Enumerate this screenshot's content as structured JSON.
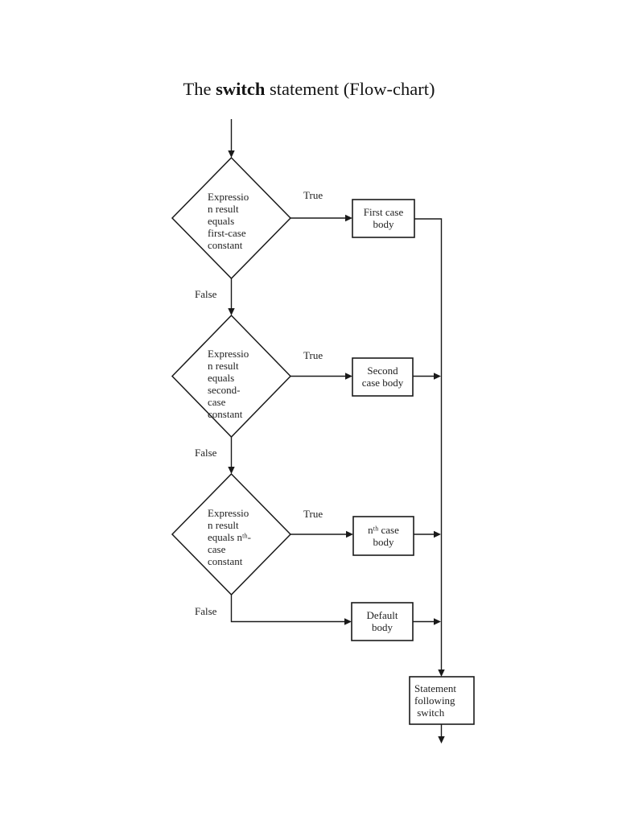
{
  "title": {
    "prefix": "The ",
    "keyword": "switch",
    "suffix": " statement (Flow-chart)"
  },
  "nodes": {
    "decision1": {
      "text": "Expressio\nn result\nequals\nfirst-case\nconstant",
      "shape": "diamond"
    },
    "decision2": {
      "text": "Expressio\nn result\nequals\nsecond-\ncase\nconstant",
      "shape": "diamond"
    },
    "decision3": {
      "text": "Expressio\nn result\nequals nᵗʰ-\ncase\nconstant",
      "shape": "diamond"
    },
    "first_case_body": {
      "text": "First case\nbody",
      "shape": "rect"
    },
    "second_case_body": {
      "text": "Second\ncase body",
      "shape": "rect"
    },
    "nth_case_body": {
      "text": "nᵗʰ case\nbody",
      "shape": "rect"
    },
    "default_body": {
      "text": "Default\nbody",
      "shape": "rect"
    },
    "statement_following_switch": {
      "text": "Statement\nfollowing\n switch",
      "shape": "rect"
    }
  },
  "edge_labels": {
    "true1": "True",
    "true2": "True",
    "true3": "True",
    "false1": "False",
    "false2": "False",
    "false3": "False"
  },
  "colors": {
    "line": "#1a1a1a",
    "text": "#1f1f1f",
    "background": "#ffffff"
  }
}
